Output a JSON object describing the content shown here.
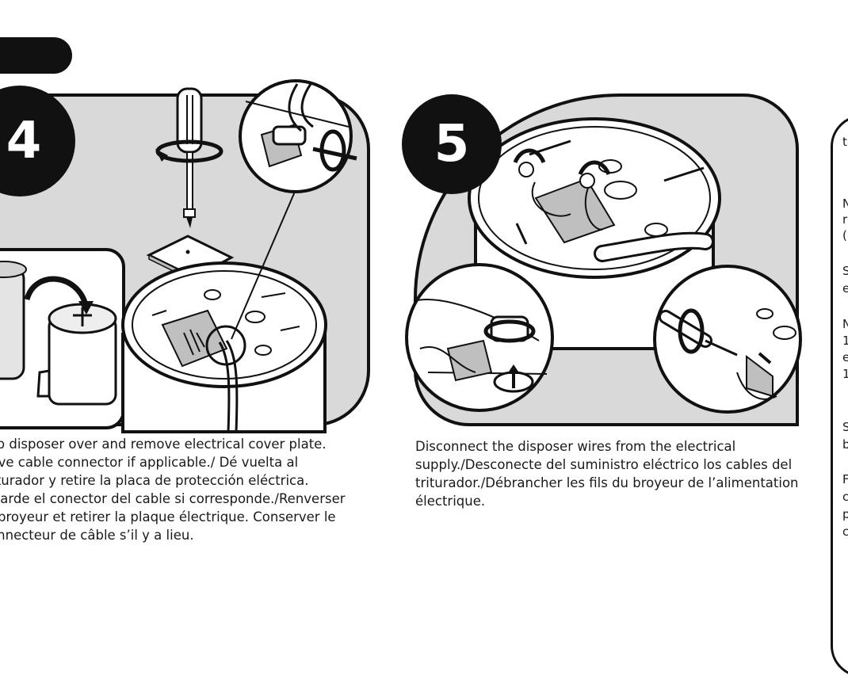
{
  "step4": {
    "number": "4",
    "caption": "Flip disposer over and remove electrical cover plate. Save cable connector if applicable./ Dé vuelta al triturador y retire la placa de protección eléctrica. Guarde el conector del cable si corresponde./Renverser le broyeur et retirer la plaque électrique. Conserver le connecteur de câble s’il y a lieu."
  },
  "step5": {
    "number": "5",
    "caption": "Disconnect the disposer wires from the electrical supply./Desconecte del suministro eléctrico los cables del triturador./Débrancher les fils du broyeur de l’alimentation électrique."
  },
  "sidebar": {
    "fragments": [
      "t",
      "N",
      "r",
      "(",
      "S",
      "e",
      "N",
      "1",
      "e",
      "1",
      "S",
      "b",
      "F",
      "c",
      "p",
      "c"
    ]
  },
  "colors": {
    "panel_bg": "#d9d9d9",
    "outline": "#111111",
    "badge_text": "#ffffff"
  }
}
